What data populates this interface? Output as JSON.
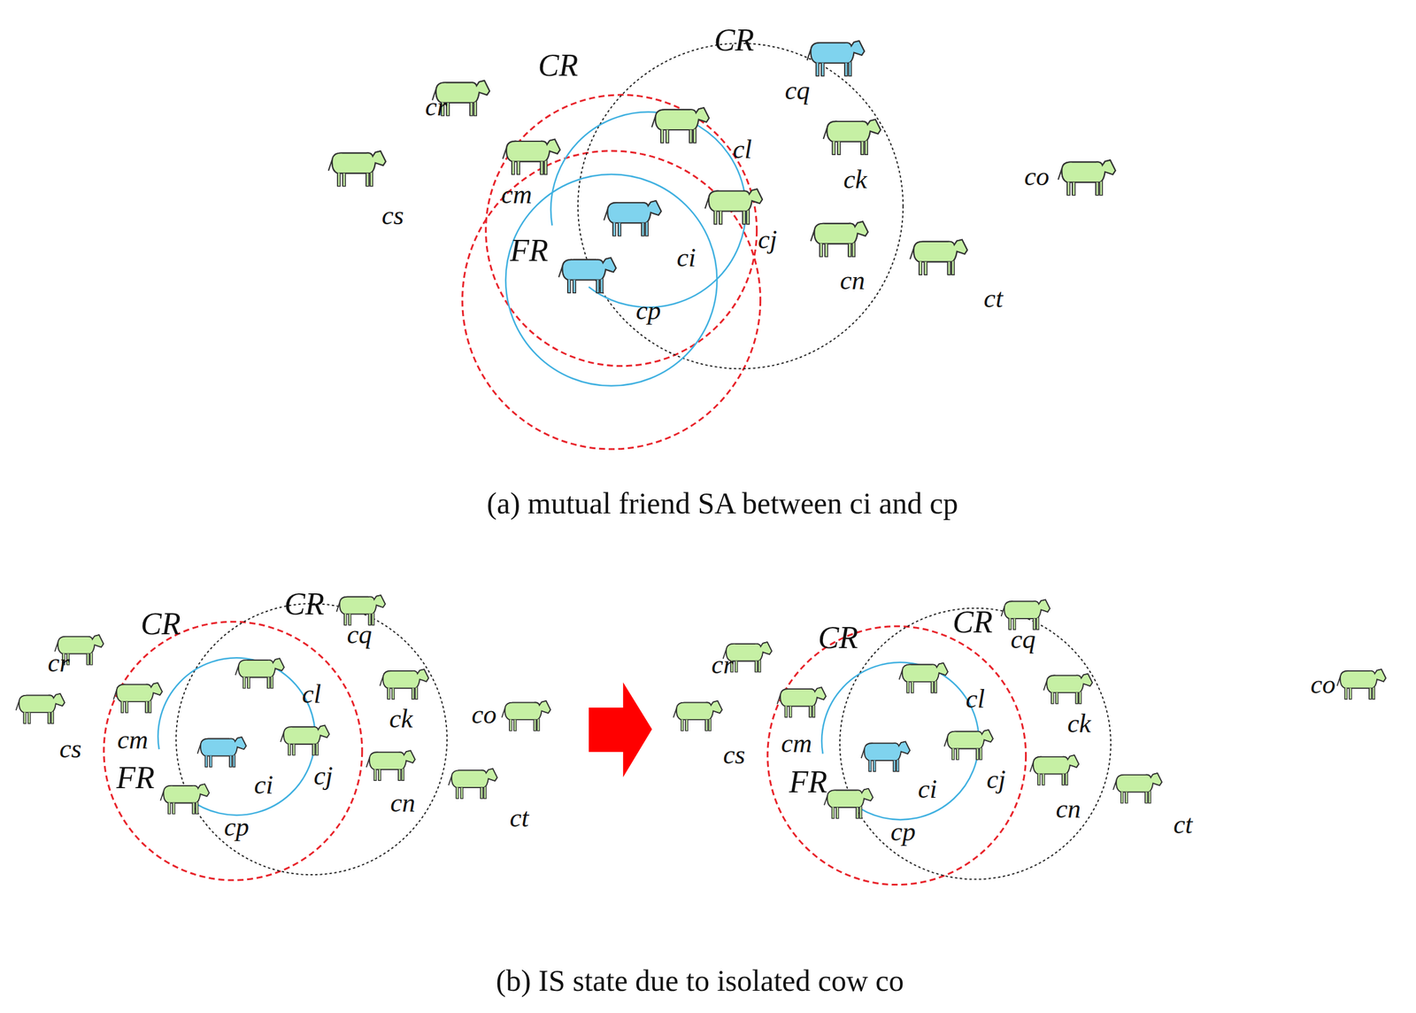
{
  "diagram": {
    "labels": [
      "CR",
      "CR",
      "cr",
      "cq",
      "cl",
      "ck",
      "co",
      "cm",
      "cs",
      "cj",
      "FR",
      "ci",
      "cn",
      "ct",
      "cp",
      "(a) mutual friend SA between ci and cp",
      "CR",
      "CR",
      "cq",
      "cr",
      "cl",
      "ck",
      "co",
      "cm",
      "cs",
      "FR",
      "cj",
      "ci",
      "cn",
      "ct",
      "cp",
      "CR",
      "CR",
      "cq",
      "cr",
      "cl",
      "co",
      "ck",
      "cm",
      "cs",
      "FR",
      "cj",
      "ci",
      "cn",
      "ct",
      "cp",
      "(b) IS state due to isolated cow co"
    ]
  }
}
